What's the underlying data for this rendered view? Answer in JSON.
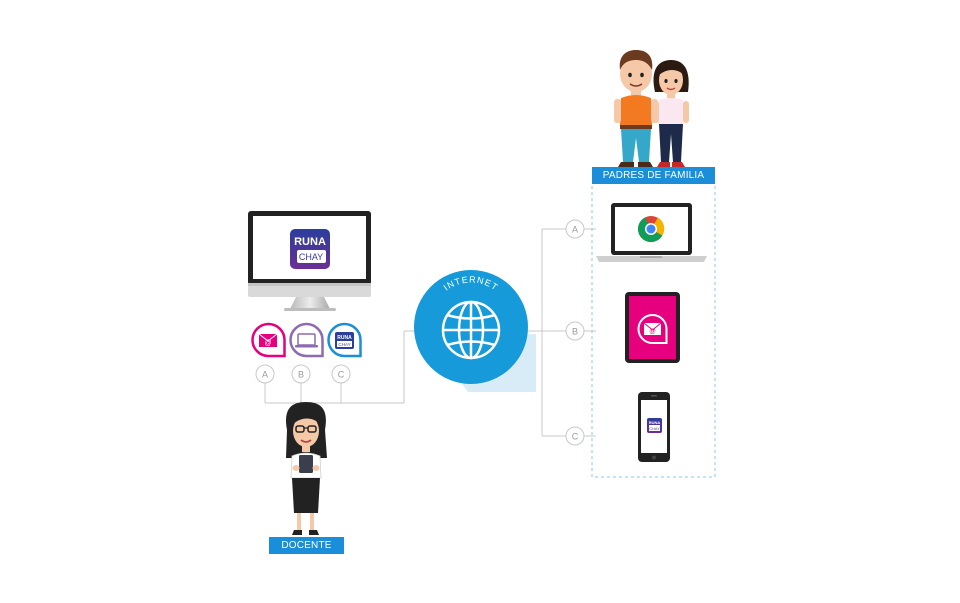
{
  "labels": {
    "parents": "PADRES DE FAMILIA",
    "teacher": "DOCENTE",
    "internet": "INTERNET"
  },
  "logo": {
    "line1": "RUNA",
    "line2": "CHAY",
    "small_line1": "RUNA",
    "small_line2": "CHAY"
  },
  "teacher_options": [
    "A",
    "B",
    "C"
  ],
  "parent_options": [
    "A",
    "B",
    "C"
  ],
  "colors": {
    "primary_blue": "#1a8ed8",
    "globe_blue": "#169ad9",
    "magenta": "#e6007e",
    "purple": "#8c6bb1",
    "line_gray": "#c8c8c8",
    "dashed_blue": "#8cc8ec"
  },
  "icons": [
    "envelope-at-icon",
    "laptop-icon",
    "runachay-logo-icon",
    "globe-icon",
    "chrome-icon"
  ]
}
